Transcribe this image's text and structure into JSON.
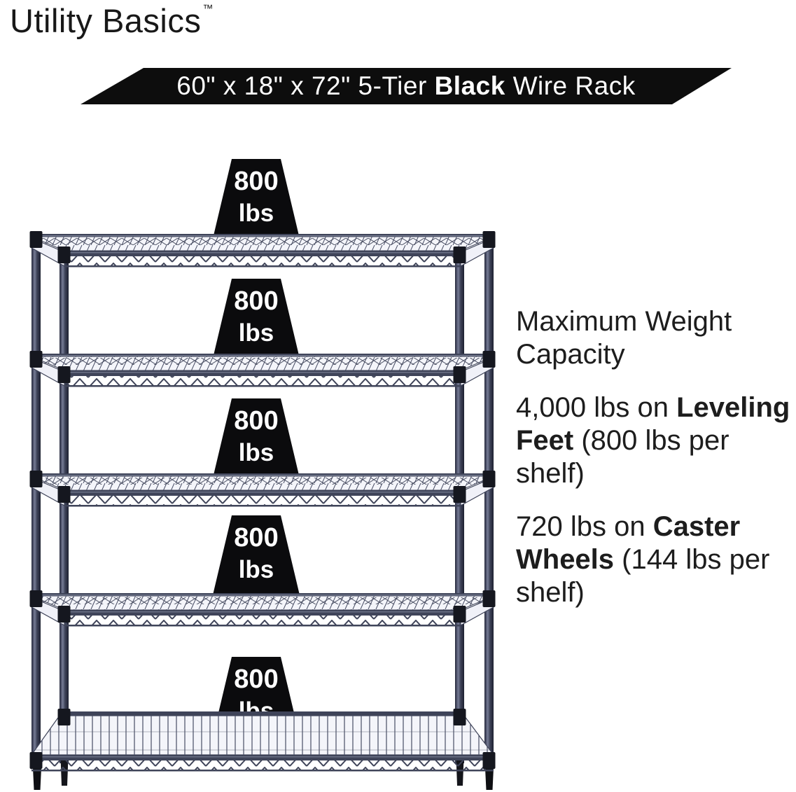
{
  "brand": {
    "name": "Utility Basics",
    "trademark": "™"
  },
  "banner": {
    "size_prefix": "60\" x 18\" x 72\" 5-Tier ",
    "color_bold": "Black",
    "suffix": " Wire Rack"
  },
  "rack": {
    "tiers": 5,
    "frame_color": "#3f4459",
    "badge_color": "#0b0b0d",
    "weights": [
      {
        "value": "800",
        "unit": "lbs"
      },
      {
        "value": "800",
        "unit": "lbs"
      },
      {
        "value": "800",
        "unit": "lbs"
      },
      {
        "value": "800",
        "unit": "lbs"
      },
      {
        "value": "800",
        "unit": "lbs"
      }
    ]
  },
  "capacity": {
    "heading": "Maximum Weight Capacity",
    "leveling": {
      "prefix": "4,000 lbs on ",
      "bold": "Leveling Feet",
      "suffix": " (800 lbs per shelf)"
    },
    "caster": {
      "prefix": "720 lbs on ",
      "bold": "Caster Wheels",
      "suffix": " (144 lbs per shelf)"
    }
  },
  "colors": {
    "banner_bg": "#0d0d0d",
    "banner_text": "#ffffff",
    "body_text": "#1d1d1d"
  }
}
